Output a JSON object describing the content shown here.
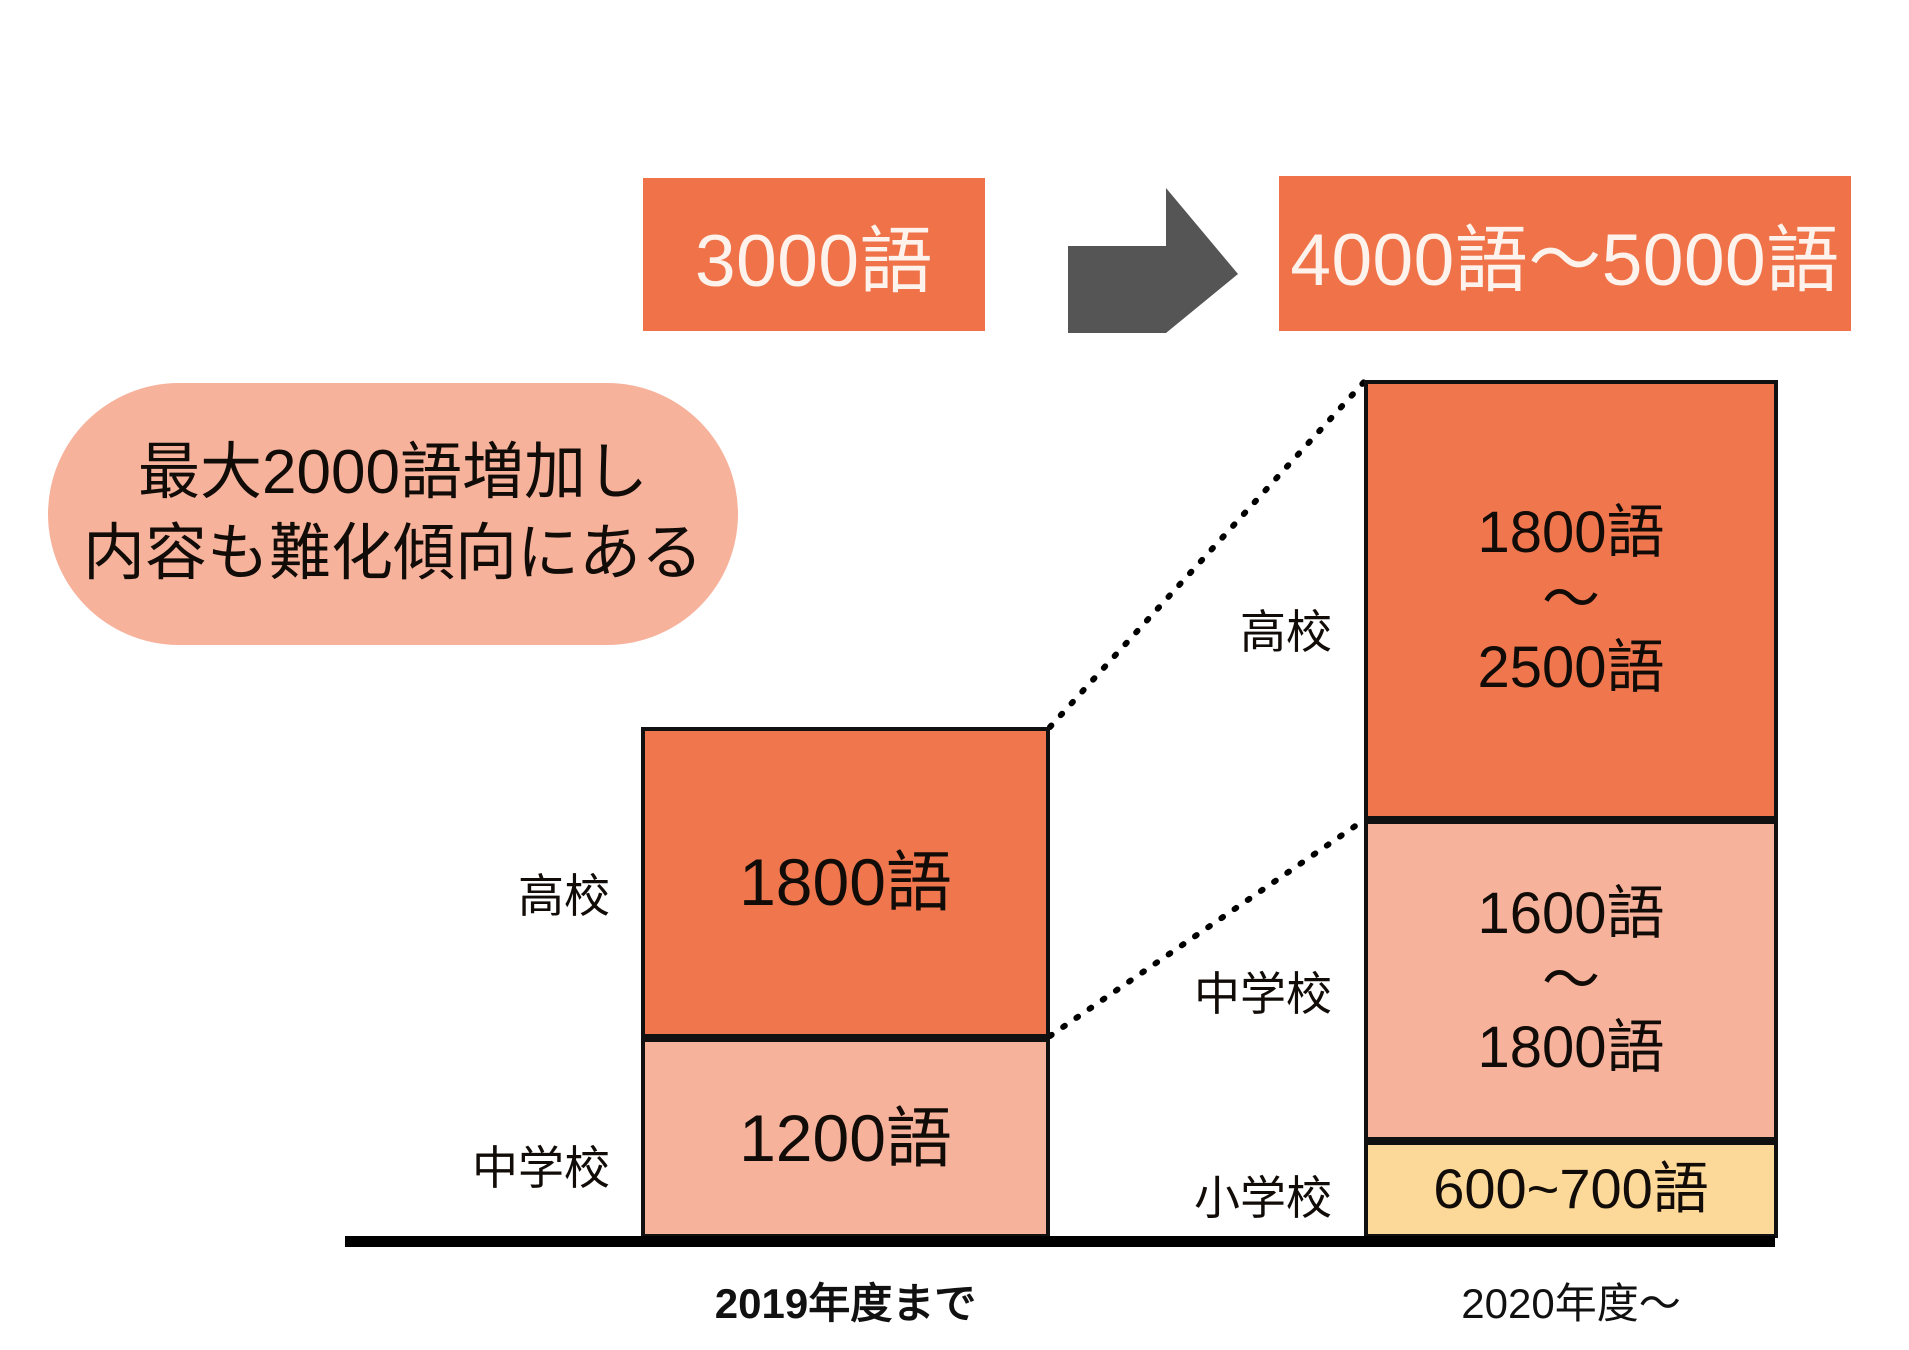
{
  "banner": {
    "before_label": "3000語",
    "arrow_icon": "arrow-right-icon",
    "after_label": "4000語〜5000語"
  },
  "callout": {
    "line1": "最大2000語増加し",
    "line2": "内容も難化傾向にある"
  },
  "chart_data": {
    "type": "bar",
    "title": "",
    "xlabel": "",
    "ylabel": "",
    "categories": [
      "2019年度まで",
      "2020年度〜"
    ],
    "legend_position": "inline-left-of-bars",
    "grid": false,
    "stacked": true,
    "series": [
      {
        "name": "小学校",
        "values": [
          null,
          650
        ],
        "labels": [
          "",
          "600~700語"
        ],
        "color": "#fcd899"
      },
      {
        "name": "中学校",
        "values": [
          1200,
          1700
        ],
        "labels": [
          "1200語",
          "1600語\n〜\n1800語"
        ],
        "color": "#f7b29c"
      },
      {
        "name": "高校",
        "values": [
          1800,
          2150
        ],
        "labels": [
          "1800語",
          "1800語\n〜\n2500語"
        ],
        "color": "#f0764e"
      }
    ],
    "totals": [
      "3000語",
      "4000語〜5000語"
    ],
    "annotations": [
      "最大2000語増加し",
      "内容も難化傾向にある"
    ]
  },
  "left_bar": {
    "axis_label": "2019年度まで",
    "high": {
      "category": "高校",
      "value": "1800語"
    },
    "junior": {
      "category": "中学校",
      "value": "1200語"
    }
  },
  "right_bar": {
    "axis_label": "2020年度〜",
    "high": {
      "category": "高校",
      "value_top": "1800語",
      "value_tilde": "〜",
      "value_bottom": "2500語"
    },
    "junior": {
      "category": "中学校",
      "value_top": "1600語",
      "value_tilde": "〜",
      "value_bottom": "1800語"
    },
    "elementary": {
      "category": "小学校",
      "value": "600~700語"
    }
  },
  "colors": {
    "accent_orange": "#ef7249",
    "bar_high": "#f0764e",
    "bar_junior": "#f7b29c",
    "bar_elementary": "#fcd899",
    "callout_pink": "#f7b29c",
    "arrow_gray": "#555555",
    "axis_black": "#000000"
  }
}
